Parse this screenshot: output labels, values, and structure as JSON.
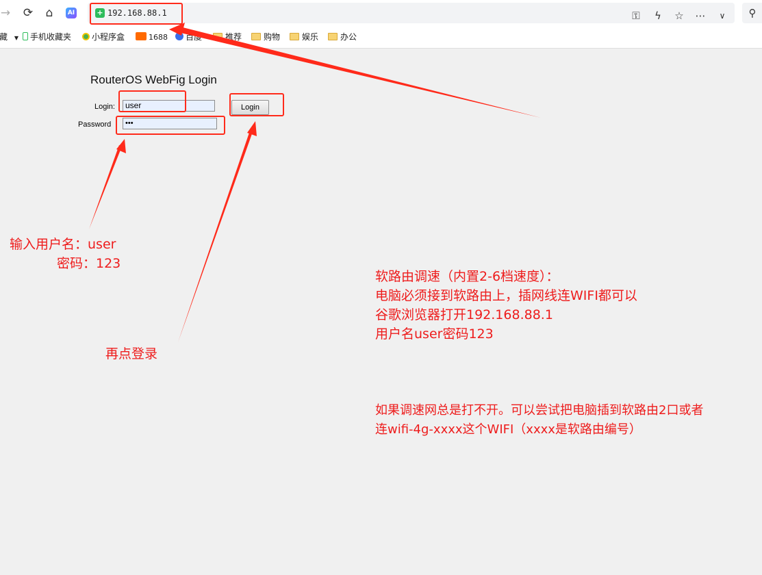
{
  "browser": {
    "url": "192.168.88.1",
    "bookmarks": [
      {
        "label": "藏"
      },
      {
        "label": "手机收藏夹"
      },
      {
        "label": "小程序盒"
      },
      {
        "label": "1688"
      },
      {
        "label": "百度"
      },
      {
        "label": "推荐"
      },
      {
        "label": "购物"
      },
      {
        "label": "娱乐"
      },
      {
        "label": "办公"
      }
    ]
  },
  "login_form": {
    "title": "RouterOS WebFig Login",
    "login_label": "Login:",
    "login_value": "user",
    "password_label": "Password",
    "password_value": "•••",
    "login_button": "Login"
  },
  "annotations": {
    "credentials_line1": "输入用户名：user",
    "credentials_line2": "密码：123",
    "click_login": "再点登录",
    "instructions": [
      "软路由调速（内置2-6档速度）：",
      "电脑必须接到软路由上，插网线连WIFI都可以",
      "谷歌浏览器打开192.168.88.1",
      "用户名user密码123"
    ],
    "troubleshoot": [
      "如果调速网总是打不开。可以尝试把电脑插到软路由2口或者",
      "连wifi-4g-xxxx这个WIFI（xxxx是软路由编号）"
    ]
  },
  "colors": {
    "annotation_red": "#ee1c1c",
    "secure_green": "#2ebc5b"
  },
  "icons": [
    "forward-icon",
    "reload-icon",
    "home-icon",
    "ai-icon",
    "secure-shield-icon",
    "key-icon",
    "bolt-icon",
    "star-icon",
    "more-icon",
    "chevron-down-icon",
    "search-icon"
  ]
}
